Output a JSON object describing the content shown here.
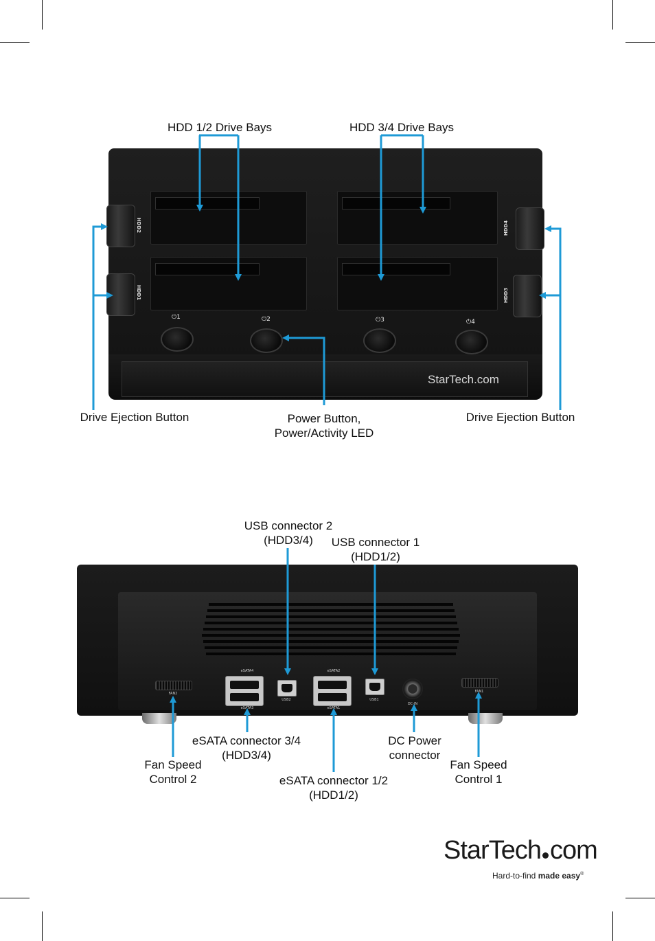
{
  "front": {
    "callouts": {
      "hdd12_bays": "HDD 1/2 Drive Bays",
      "hdd34_bays": "HDD 3/4 Drive Bays",
      "eject_left": "Drive Ejection Button",
      "eject_right": "Drive Ejection Button",
      "power_line1": "Power Button,",
      "power_line2": "Power/Activity LED"
    },
    "device": {
      "hdd2": "HDD2",
      "hdd1": "HDD1",
      "hdd4": "HDD4",
      "hdd3": "HDD3",
      "power_labels": [
        "⏻1",
        "⏻2",
        "⏻3",
        "⏻4"
      ],
      "brand": "StarTech.com"
    }
  },
  "rear": {
    "callouts": {
      "usb2_line1": "USB connector 2",
      "usb2_line2": "(HDD3/4)",
      "usb1_line1": "USB connector 1",
      "usb1_line2": "(HDD1/2)",
      "esata34_line1": "eSATA connector 3/4",
      "esata34_line2": "(HDD3/4)",
      "dc_line1": "DC Power",
      "dc_line2": "connector",
      "fan2_line1": "Fan Speed",
      "fan2_line2": "Control 2",
      "esata12_line1": "eSATA connector 1/2",
      "esata12_line2": "(HDD1/2)",
      "fan1_line1": "Fan Speed",
      "fan1_line2": "Control 1"
    },
    "device": {
      "esata4": "eSATA4",
      "esata3": "eSATA3",
      "usb2": "USB2",
      "esata2": "eSATA2",
      "esata1": "eSATA1",
      "usb1": "USB1",
      "dcin": "DC-IN",
      "fan2": "FAN2",
      "fan1": "FAN1"
    }
  },
  "logo": {
    "brand_start": "StarTech",
    "brand_end": "com",
    "tagline_start": "Hard-to-find ",
    "tagline_bold": "made easy",
    "tagline_mark": "®"
  },
  "colors": {
    "arrow": "#1e9ad6",
    "device": "#151515",
    "text": "#111111"
  }
}
